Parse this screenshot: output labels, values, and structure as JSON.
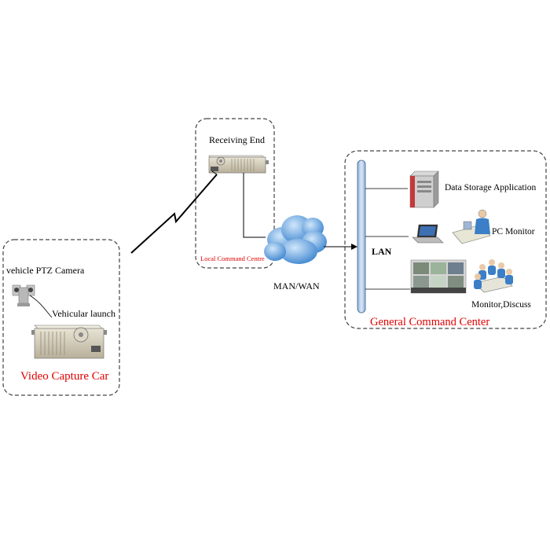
{
  "labels": {
    "receiving_end": "Receiving End",
    "local_command_centre": "Local Command Centre",
    "man_wan": "MAN/WAN",
    "lan": "LAN",
    "data_storage": "Data Storage Application",
    "pc_monitor": "PC Monitor",
    "monitor_discuss": "Monitor,Discuss",
    "general_command_center": "General Command Center",
    "vehicle_ptz_camera": "vehicle PTZ Camera",
    "vehicular_launch": "Vehicular launch",
    "video_capture_car": "Video Capture Car"
  },
  "colors": {
    "red_label": "#e00000",
    "cloud": "#5aa0dc",
    "lan_bar": "#b9cde6",
    "device": "#cfc8b4",
    "server": "#c23a3a"
  }
}
